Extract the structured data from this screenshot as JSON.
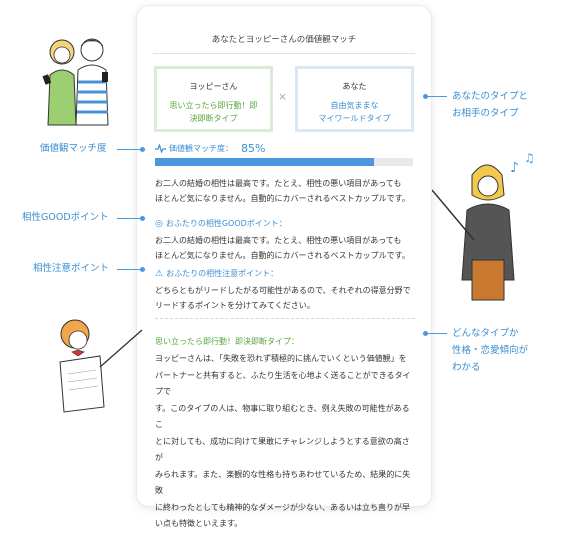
{
  "card": {
    "title": "あなたとヨッピーさんの価値観マッチ",
    "partner": {
      "name": "ヨッピーさん",
      "type_line1": "思い立ったら即行動！即",
      "type_line2": "決即断タイプ"
    },
    "you": {
      "name": "あなた",
      "type_line1": "自由気ままな",
      "type_line2": "マイワールドタイプ"
    },
    "times_symbol": "×",
    "match": {
      "label": "価値観マッチ度：",
      "percent": "85%",
      "fill_fraction": 0.85
    },
    "match_text": [
      "お二人の結婚の相性は最高です。たとえ、相性の悪い項目があっても",
      "ほとんど気になりません。自動的にカバーされるベストカップルです。"
    ],
    "good": {
      "heading": "おふたりの相性GOODポイント：",
      "lines": [
        "お二人の結婚の相性は最高です。たとえ、相性の悪い項目があっても",
        "ほとんど気になりません。自動的にカバーされるベストカップルです。"
      ]
    },
    "caution": {
      "heading": "おふたりの相性注意ポイント：",
      "lines": [
        "どちらともがリードしたがる可能性があるので、それぞれの得意分野で",
        "リードするポイントを分けてみてください。"
      ]
    },
    "type_detail": {
      "heading": "思い立ったら即行動！即決即断タイプ：",
      "lines": [
        "ヨッピーさんは、「失敗を恐れず積極的に挑んでいくという価値観」を",
        "パートナーと共有すると、ふたり生活を心地よく送ることができるタイプで",
        "す。このタイプの人は、物事に取り組むとき、例え失敗の可能性があるこ",
        "とに対しても、成功に向けて果敢にチャレンジしようとする意欲の高さが",
        "みられます。また、楽観的な性格も持ちあわせているため、結果的に失敗",
        "に終わったとしても精神的なダメージが少ない、あるいは立ち直りが早",
        "い点も特徴といえます。"
      ]
    }
  },
  "callouts": {
    "types": [
      "あなたのタイプと",
      "お相手のタイプ"
    ],
    "match": "価値観マッチ度",
    "good": "相性GOODポイント",
    "caution": "相性注意ポイント",
    "tendency": [
      "どんなタイプか",
      "性格・恋愛傾向が",
      "わかる"
    ]
  },
  "colors": {
    "blue": "#3a8ed3",
    "green": "#5aa63c",
    "bar": "#4a97df"
  },
  "icons": {
    "match": "pulse-icon",
    "good": "circle-target-icon",
    "caution": "warning-triangle-icon"
  }
}
